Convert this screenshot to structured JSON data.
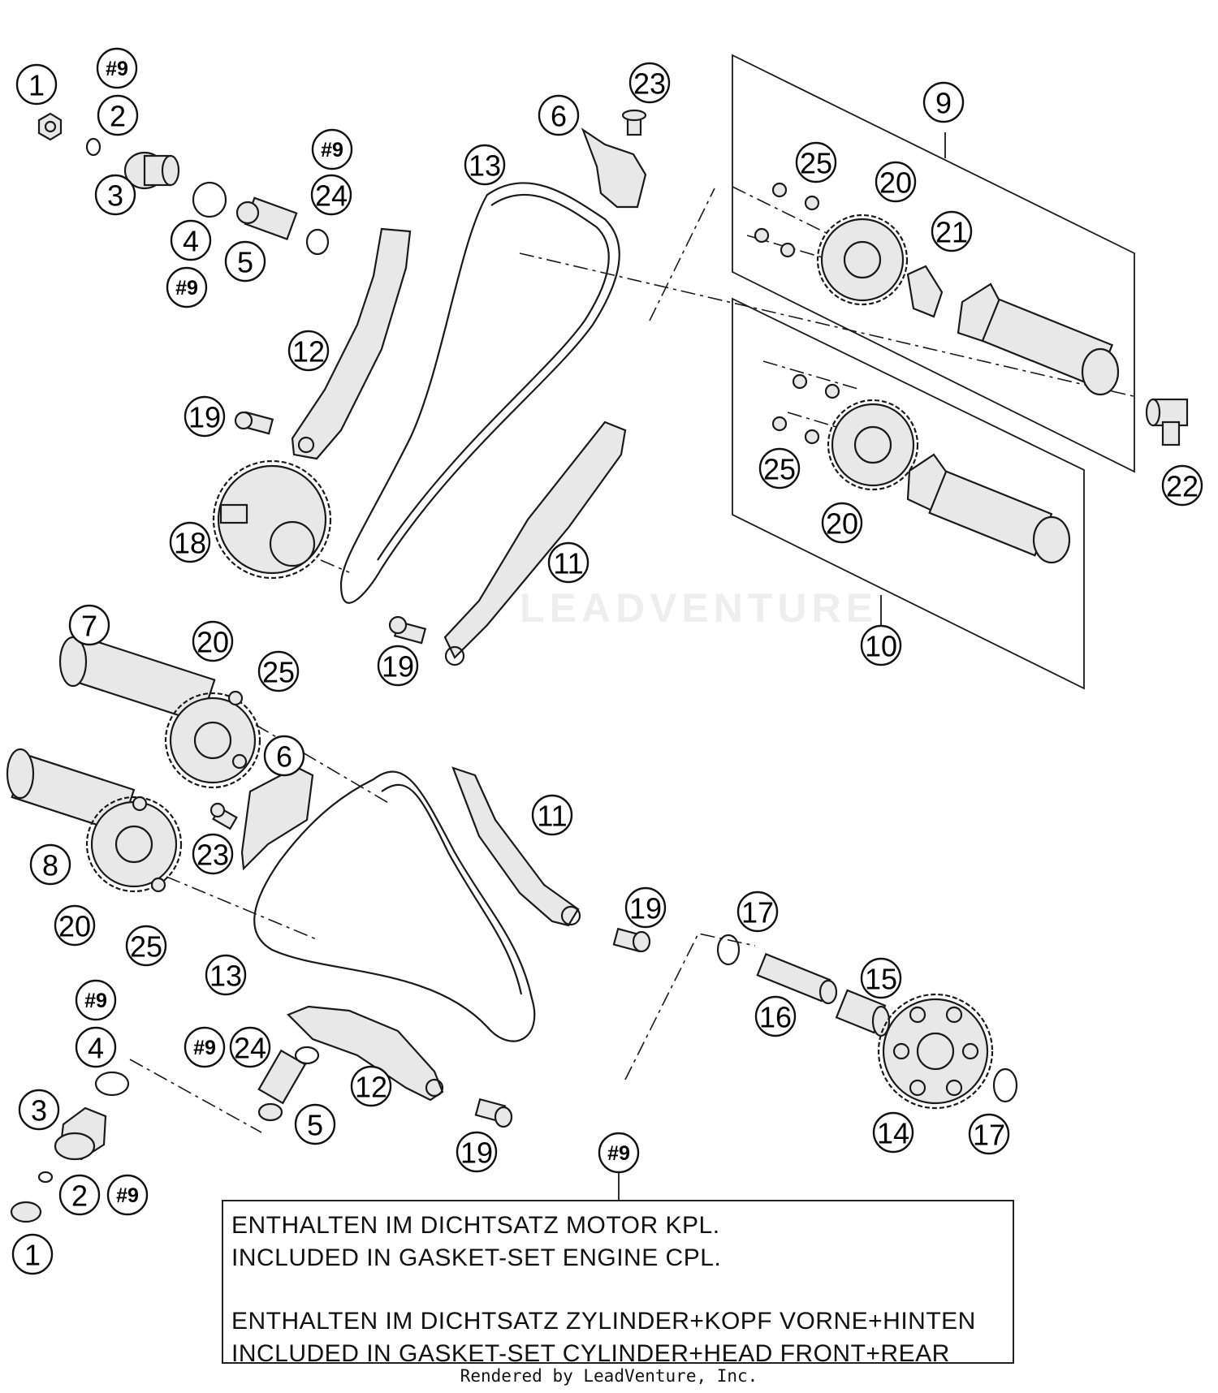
{
  "callouts": {
    "c1a": "1",
    "c2a": "2",
    "c3a": "3",
    "c4a": "4",
    "c5a": "5",
    "c9a": "#9",
    "c9b": "#9",
    "c9c": "#9",
    "c24a": "24",
    "c6a": "6",
    "c23a": "23",
    "c13a": "13",
    "c12a": "12",
    "c19a": "19",
    "c18a": "18",
    "c11a": "11",
    "c19b": "19",
    "c9": "9",
    "c25a": "25",
    "c20a": "20",
    "c21": "21",
    "c25b": "25",
    "c20b": "20",
    "c22": "22",
    "c10": "10",
    "c7": "7",
    "c20c": "20",
    "c25c": "25",
    "c6b": "6",
    "c8": "8",
    "c23b": "23",
    "c20d": "20",
    "c25d": "25",
    "c13b": "13",
    "c11b": "11",
    "c19c": "19",
    "c17a": "17",
    "c15": "15",
    "c16": "16",
    "c9d": "#9",
    "c4b": "4",
    "c3b": "3",
    "c2b": "2",
    "c9e": "#9",
    "c1b": "1",
    "c9f": "#9",
    "c24b": "24",
    "c5b": "5",
    "c12b": "12",
    "c19d": "19",
    "c14": "14",
    "c17b": "17",
    "c9g": "#9"
  },
  "note": {
    "line1": "ENTHALTEN IM DICHTSATZ MOTOR KPL.",
    "line2": "INCLUDED IN GASKET-SET ENGINE CPL.",
    "line3": "ENTHALTEN IM DICHTSATZ ZYLINDER+KOPF VORNE+HINTEN",
    "line4": "INCLUDED IN GASKET-SET CYLINDER+HEAD FRONT+REAR"
  },
  "footer": "Rendered by LeadVenture, Inc.",
  "watermark": "LEADVENTURE"
}
